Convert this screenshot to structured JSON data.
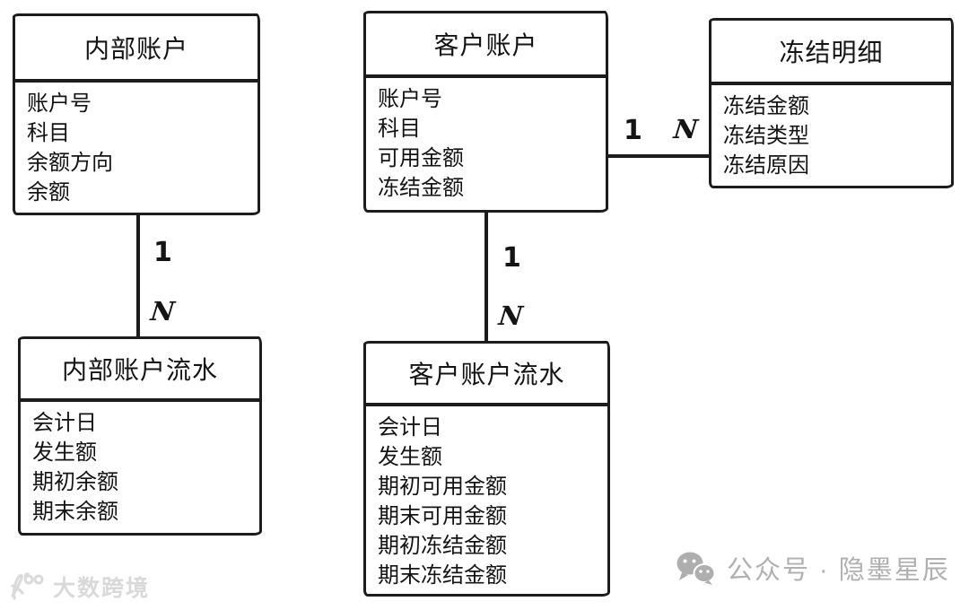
{
  "diagram": {
    "entities": [
      {
        "id": "internal-account",
        "title": "内部账户",
        "fields": [
          "账户号",
          "科目",
          "余额方向",
          "余额"
        ]
      },
      {
        "id": "customer-account",
        "title": "客户账户",
        "fields": [
          "账户号",
          "科目",
          "可用金额",
          "冻结金额"
        ]
      },
      {
        "id": "freeze-detail",
        "title": "冻结明细",
        "fields": [
          "冻结金额",
          "冻结类型",
          "冻结原因"
        ]
      },
      {
        "id": "internal-account-flow",
        "title": "内部账户流水",
        "fields": [
          "会计日",
          "发生额",
          "期初余额",
          "期末余额"
        ]
      },
      {
        "id": "customer-account-flow",
        "title": "客户账户流水",
        "fields": [
          "会计日",
          "发生额",
          "期初可用金额",
          "期末可用金额",
          "期初冻结金额",
          "期末冻结金额"
        ]
      }
    ],
    "relationships": [
      {
        "from": "内部账户",
        "to": "内部账户流水",
        "one_label": "1",
        "many_label": "N",
        "orientation": "vertical"
      },
      {
        "from": "客户账户",
        "to": "客户账户流水",
        "one_label": "1",
        "many_label": "N",
        "orientation": "vertical"
      },
      {
        "from": "客户账户",
        "to": "冻结明细",
        "one_label": "1",
        "many_label": "N",
        "orientation": "horizontal"
      }
    ]
  },
  "watermarks": {
    "left": {
      "icon": "dashu-logo-icon",
      "text": "大数跨境",
      "color": "#d9d9d9"
    },
    "right": {
      "icon": "wechat-icon",
      "text": "公众号 · 隐墨星辰",
      "color": "#b0b0b0"
    }
  },
  "colors": {
    "stroke": "#1c1c1c",
    "background": "#ffffff"
  }
}
